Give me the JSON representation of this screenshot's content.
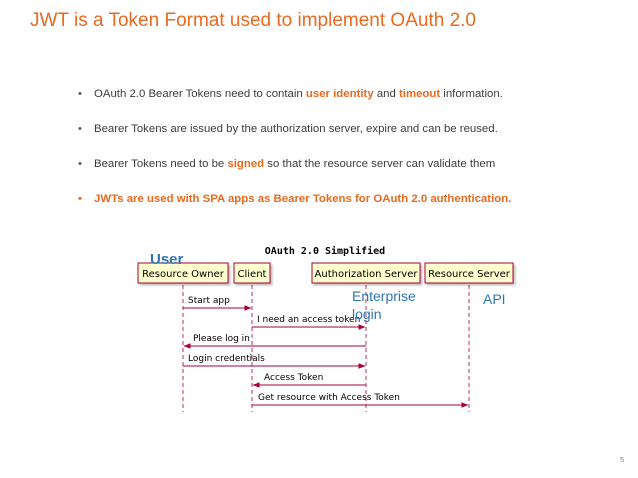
{
  "slide": {
    "title": "JWT is a Token Format used to implement OAuth 2.0",
    "page_number": "5"
  },
  "bullets": [
    {
      "parts": [
        {
          "text": "OAuth 2.0 Bearer Tokens need to contain ",
          "em": false
        },
        {
          "text": "user identity",
          "em": true
        },
        {
          "text": " and ",
          "em": false
        },
        {
          "text": "timeout",
          "em": true
        },
        {
          "text": " information.",
          "em": false
        }
      ]
    },
    {
      "parts": [
        {
          "text": "Bearer Tokens are issued by the authorization server, expire and can be reused.",
          "em": false
        }
      ]
    },
    {
      "parts": [
        {
          "text": "Bearer Tokens need to be ",
          "em": false
        },
        {
          "text": "signed",
          "em": true
        },
        {
          "text": " so that the resource server can validate them",
          "em": false
        }
      ]
    },
    {
      "parts": [
        {
          "text": "JWTs are used with SPA apps as Bearer Tokens for OAuth 2.0 authentication.",
          "em": false
        }
      ]
    }
  ],
  "diagram": {
    "title": "OAuth 2.0 Simplified",
    "participants": [
      "Resource Owner",
      "Client",
      "Authorization Server",
      "Resource Server"
    ],
    "annotations": {
      "user": "User",
      "enterprise": "Enterprise",
      "login": "login",
      "api": "API"
    },
    "messages": [
      {
        "label": "Start app",
        "from": 0,
        "to": 1
      },
      {
        "label": "I need an access token",
        "from": 1,
        "to": 2
      },
      {
        "label": "Please log in",
        "from": 2,
        "to": 0
      },
      {
        "label": "Login credentials",
        "from": 0,
        "to": 2
      },
      {
        "label": "Access Token",
        "from": 2,
        "to": 1
      },
      {
        "label": "Get resource with Access Token",
        "from": 1,
        "to": 3
      }
    ],
    "colors": {
      "arrow": "#a80036",
      "box_fill": "#fefece",
      "box_stroke": "#a80036",
      "annotation": "#2e75b6"
    }
  }
}
